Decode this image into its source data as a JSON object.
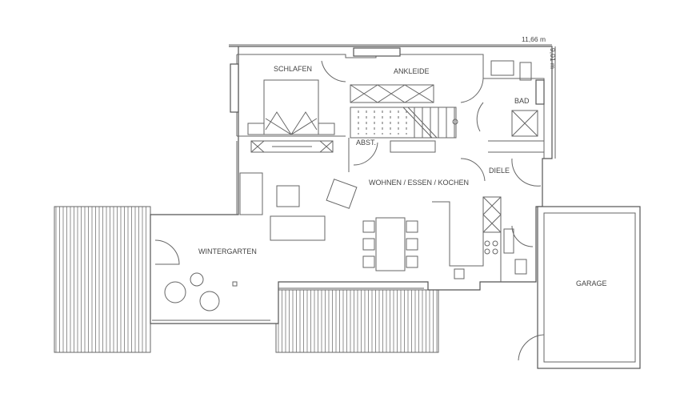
{
  "dimensions": {
    "width": "11,66 m",
    "depth": "9,01 m"
  },
  "rooms": {
    "schlafen": "SCHLAFEN",
    "ankleide": "ANKLEIDE",
    "bad": "BAD",
    "abst": "ABST.",
    "wohnen": "WOHNEN / ESSEN / KOCHEN",
    "diele": "DIELE",
    "wintergarten": "WINTERGARTEN",
    "garage": "GARAGE"
  },
  "colors": {
    "line": "#555555",
    "background": "#ffffff"
  }
}
